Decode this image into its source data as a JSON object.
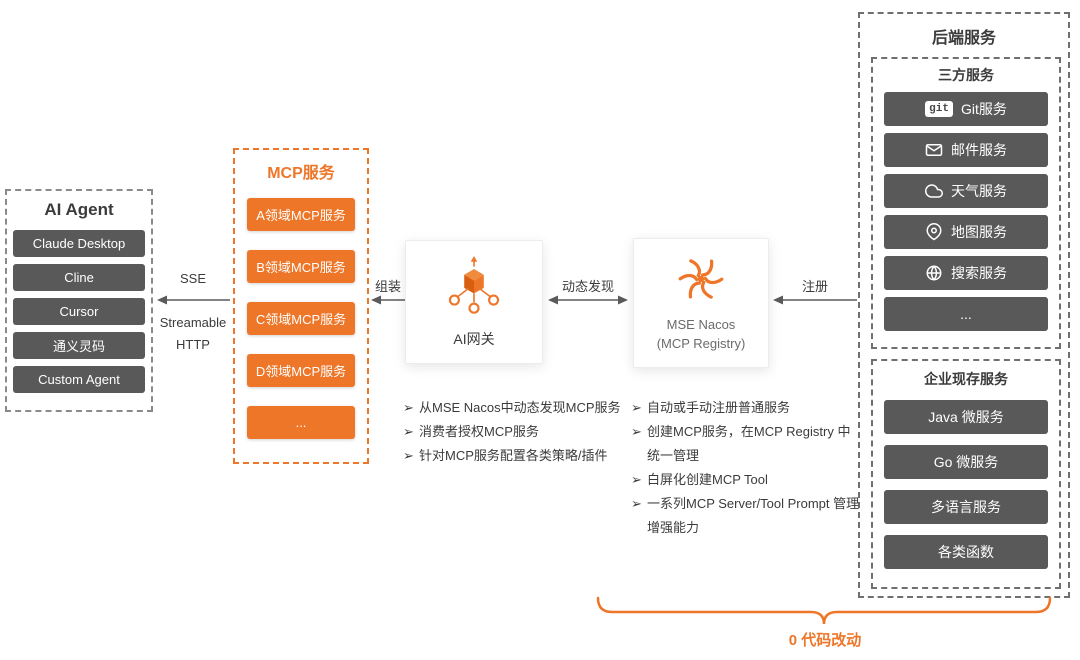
{
  "colors": {
    "orange": "#ED7628",
    "dark_gray": "#595959"
  },
  "bullet_marker": "➢",
  "git_badge_text": "git",
  "ai_agent": {
    "title": "AI Agent",
    "items": [
      "Claude Desktop",
      "Cline",
      "Cursor",
      "通义灵码",
      "Custom Agent"
    ]
  },
  "connectors": {
    "sse_top": "SSE",
    "sse_bottom_line1": "Streamable",
    "sse_bottom_line2": "HTTP",
    "assemble": "组装",
    "discovery": "动态发现",
    "register": "注册"
  },
  "mcp_panel": {
    "title": "MCP服务",
    "items": [
      "A领域MCP服务",
      "B领域MCP服务",
      "C领域MCP服务",
      "D领域MCP服务",
      "..."
    ]
  },
  "gateway": {
    "label": "AI网关",
    "bullets": [
      "从MSE Nacos中动态发现MCP服务",
      "消费者授权MCP服务",
      "针对MCP服务配置各类策略/插件"
    ]
  },
  "nacos": {
    "name": "MSE Nacos",
    "subtitle": "(MCP Registry)",
    "bullets": [
      "自动或手动注册普通服务",
      "创建MCP服务，在MCP Registry 中统一管理",
      "白屏化创建MCP Tool",
      "一系列MCP Server/Tool Prompt 管理增强能力"
    ]
  },
  "backend": {
    "title": "后端服务",
    "third_party": {
      "title": "三方服务",
      "items": [
        {
          "icon": "git-icon",
          "label": "Git服务"
        },
        {
          "icon": "mail-icon",
          "label": "邮件服务"
        },
        {
          "icon": "weather-icon",
          "label": "天气服务"
        },
        {
          "icon": "map-icon",
          "label": "地图服务"
        },
        {
          "icon": "search-icon",
          "label": "搜索服务"
        },
        {
          "icon": "",
          "label": "..."
        }
      ]
    },
    "enterprise": {
      "title": "企业现存服务",
      "items": [
        "Java 微服务",
        "Go 微服务",
        "多语言服务",
        "各类函数"
      ]
    }
  },
  "footer": {
    "label": "0 代码改动"
  }
}
